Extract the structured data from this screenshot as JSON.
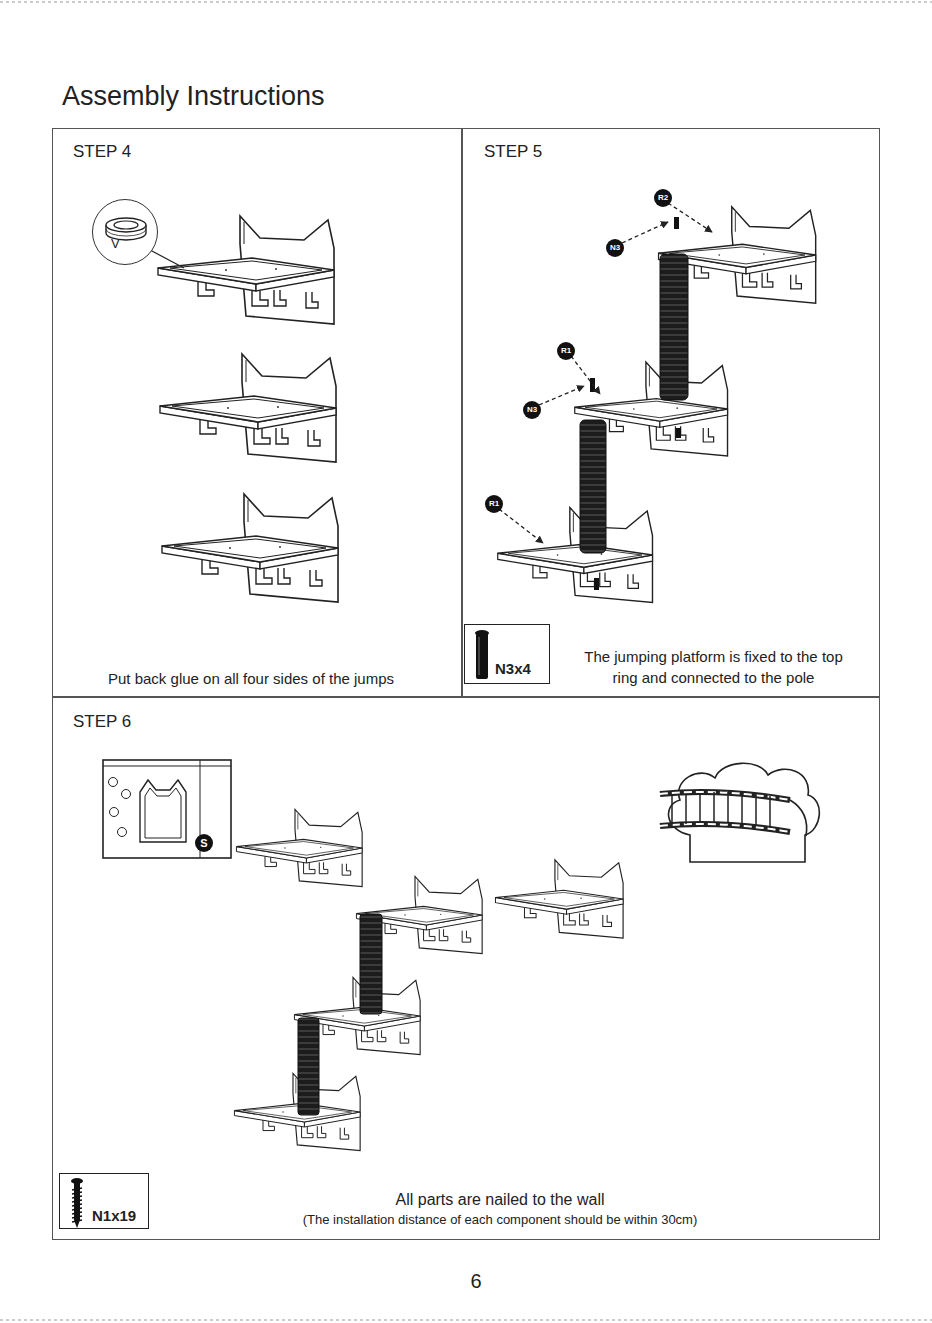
{
  "diagram": {
    "title": "Assembly Instructions",
    "nodes": [
      {
        "text": [
          "STEP 4",
          "Put back glue on all four sides of the jumps"
        ]
      },
      {
        "text": [
          "V"
        ],
        "in": 0
      },
      {
        "text": [
          "STEP 5",
          "The jumping platform is fixed to the top ring and connected to the pole"
        ]
      },
      {
        "text": [
          "R2"
        ],
        "in": 2
      },
      {
        "text": [
          "N3"
        ],
        "in": 2
      },
      {
        "text": [
          "R1"
        ],
        "in": 2
      },
      {
        "text": [
          "N3"
        ],
        "in": 2
      },
      {
        "text": [
          "R1"
        ],
        "in": 2
      },
      {
        "text": [
          "N3x4"
        ],
        "in": 2
      },
      {
        "text": [
          "STEP 6",
          "All parts are nailed to the wall",
          "(The installation distance of each component should be within 30cm)"
        ]
      },
      {
        "text": [
          "S"
        ],
        "in": 9
      },
      {
        "text": [
          "N1x19"
        ],
        "in": 9
      }
    ],
    "labels": [
      "6"
    ]
  }
}
